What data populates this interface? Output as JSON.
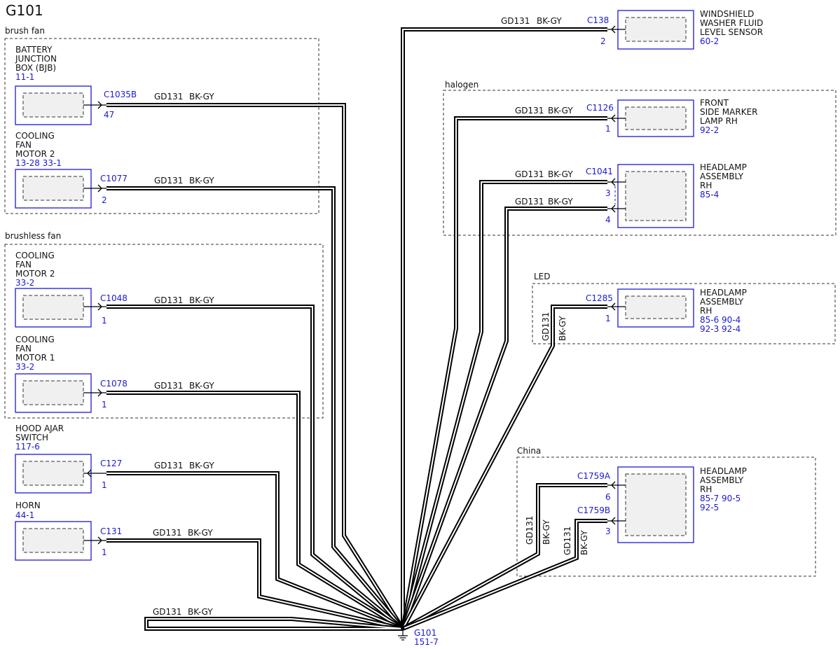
{
  "title": "G101",
  "groups": {
    "brush_fan": "brush fan",
    "brushless_fan": "brushless fan",
    "halogen": "halogen",
    "led": "LED",
    "china": "China"
  },
  "wire": {
    "circuit": "GD131",
    "color": "BK-GY"
  },
  "ground": {
    "name": "G101",
    "ref": "151-7"
  },
  "components": {
    "bjb": {
      "lines": [
        "BATTERY",
        "JUNCTION",
        "BOX (BJB)"
      ],
      "ref": "11-1",
      "connector": "C1035B",
      "pin": "47"
    },
    "cfm2_brush": {
      "lines": [
        "COOLING",
        "FAN",
        "MOTOR 2"
      ],
      "ref": "13-28 33-1",
      "connector": "C1077",
      "pin": "2"
    },
    "cfm2_brushless": {
      "lines": [
        "COOLING",
        "FAN",
        "MOTOR 2"
      ],
      "ref": "33-2",
      "connector": "C1048",
      "pin": "1"
    },
    "cfm1": {
      "lines": [
        "COOLING",
        "FAN",
        "MOTOR 1"
      ],
      "ref": "33-2",
      "connector": "C1078",
      "pin": "1"
    },
    "hood": {
      "lines": [
        "HOOD AJAR",
        "SWITCH"
      ],
      "ref": "117-6",
      "connector": "C127",
      "pin": "1"
    },
    "horn": {
      "lines": [
        "HORN"
      ],
      "ref": "44-1",
      "connector": "C131",
      "pin": "1"
    },
    "washer": {
      "lines": [
        "WINDSHIELD",
        "WASHER FLUID",
        "LEVEL SENSOR"
      ],
      "ref": "60-2",
      "connector": "C138",
      "pin": "2"
    },
    "marker": {
      "lines": [
        "FRONT",
        "SIDE MARKER",
        "LAMP RH"
      ],
      "ref": "92-2",
      "connector": "C1126",
      "pin": "1"
    },
    "hl_halogen": {
      "lines": [
        "HEADLAMP",
        "ASSEMBLY",
        "RH"
      ],
      "ref": "85-4",
      "connector": "C1041",
      "pin_a": "3",
      "pin_b": "4"
    },
    "hl_led": {
      "lines": [
        "HEADLAMP",
        "ASSEMBLY",
        "RH"
      ],
      "refs": [
        "85-6  90-4",
        "92-3  92-4"
      ],
      "connector": "C1285",
      "pin": "1"
    },
    "hl_china": {
      "lines": [
        "HEADLAMP",
        "ASSEMBLY",
        "RH"
      ],
      "refs": [
        "85-7  90-5",
        "92-5"
      ],
      "connector_a": "C1759A",
      "pin_a": "6",
      "connector_b": "C1759B",
      "pin_b": "3"
    }
  }
}
